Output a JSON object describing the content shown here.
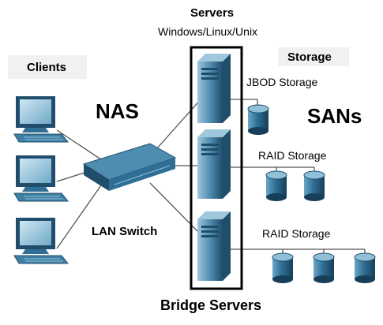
{
  "labels": {
    "servers": "Servers",
    "servers_os": "Windows/Linux/Unix",
    "clients": "Clients",
    "storage": "Storage",
    "nas": "NAS",
    "sans": "SANs",
    "lan_switch": "LAN Switch",
    "jbod_storage": "JBOD Storage",
    "raid_storage_1": "RAID Storage",
    "raid_storage_2": "RAID Storage",
    "bridge_servers": "Bridge Servers"
  },
  "colors": {
    "device_dark": "#1f4d6b",
    "device_mid": "#3f7fa3",
    "device_light": "#8fc0d8",
    "screen": "#a9d3e8",
    "line": "#555555",
    "frame": "#000000"
  },
  "icons": {
    "client": "desktop-computer-icon",
    "server": "tower-server-icon",
    "switch": "network-switch-icon",
    "disk": "disk-cylinder-icon"
  }
}
